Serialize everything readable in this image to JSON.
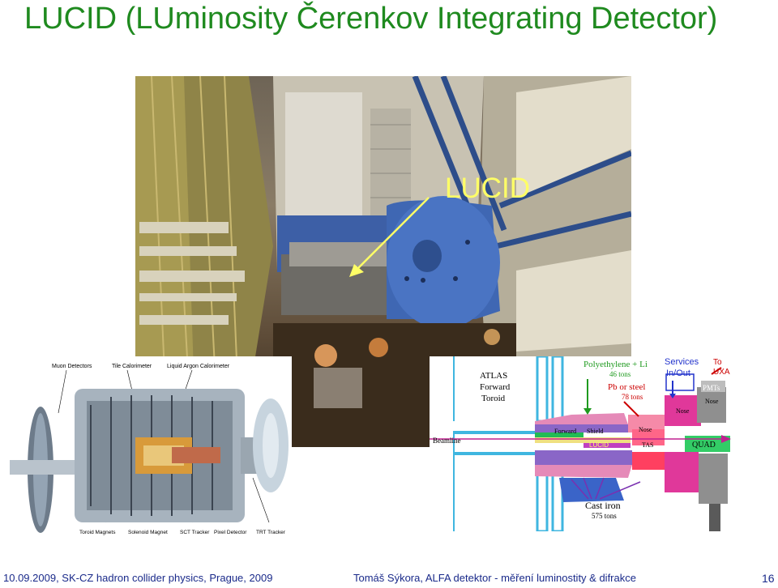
{
  "slide": {
    "title": "LUCID (LUminosity Čerenkov Integrating Detector)",
    "footer_left": "10.09.2009, SK-CZ hadron collider physics, Prague, 2009",
    "footer_center": "Tomáš Sýkora,  ALFA detektor - měření luminostity & difrakce",
    "page_number": "16"
  },
  "photo": {
    "callout_label": "LUCID",
    "callout_color": "#ffff66"
  },
  "atlas_cutaway": {
    "labels_top": [
      "Muon Detectors",
      "Tile Calorimeter",
      "Liquid Argon Calorimeter"
    ],
    "labels_bottom": [
      "Toroid Magnets",
      "Solenoid Magnet",
      "SCT Tracker",
      "Pixel Detector",
      "TRT Tracker"
    ]
  },
  "forward_diagram": {
    "atlas_forward_toroid": [
      "ATLAS",
      "Forward",
      "Toroid"
    ],
    "beamline": "Beamline",
    "polyethylene": [
      "Polyethylene + Li",
      "46 tons"
    ],
    "pb_steel": [
      "Pb or steel",
      "78 tons"
    ],
    "services": [
      "Services",
      "In/Out"
    ],
    "to_uxa": [
      "To",
      "UXA"
    ],
    "pmts": "PMTs",
    "nose_1": "Nose",
    "nose_2": "Nose",
    "nose_3": "Nose",
    "forward": "Forward",
    "shield": "Shield",
    "lucid": "LUCID",
    "tas": "TAS",
    "quad": "QUAD",
    "cast_iron": [
      "Cast iron",
      "575 tons"
    ],
    "colors": {
      "title_green": "#1f8a1f",
      "footer_blue": "#1a2a8a",
      "polyethylene": "#1f9a1f",
      "pb_steel": "#cc0000",
      "services": "#2233cc",
      "to_uxa": "#cc0000",
      "magenta": "#c02090",
      "cyan": "#3fb6e0",
      "lucid_fill": "#c040c0",
      "quad_fill": "#33cc66"
    }
  }
}
